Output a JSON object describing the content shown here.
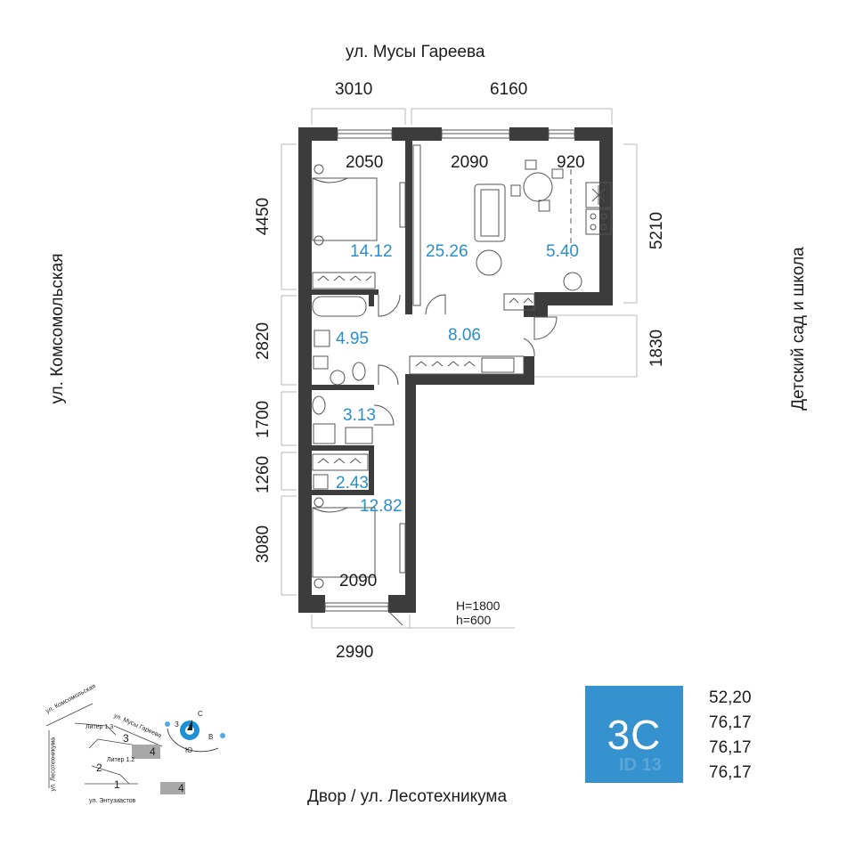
{
  "streets": {
    "top": "ул. Мусы Гареева",
    "left": "ул. Комсомольская",
    "right": "Детский сад и школа",
    "bottom": "Двор / ул. Лесотехникума"
  },
  "dimensions": {
    "top_left": "3010",
    "top_right": "6160",
    "window_bed1": "2050",
    "window_living": "2090",
    "window_kitchen": "920",
    "left_1": "4450",
    "left_2": "2820",
    "left_3": "1700",
    "left_4": "1260",
    "left_5": "3080",
    "right_1": "5210",
    "right_2": "1830",
    "window_bed2": "2090",
    "bottom": "2990"
  },
  "areas": {
    "bedroom1": "14.12",
    "living": "25.26",
    "kitchen": "5.40",
    "bath": "4.95",
    "hall": "8.06",
    "wc": "3.13",
    "storage": "2.43",
    "bedroom2": "12.82"
  },
  "height_note": {
    "line1": "H=1800",
    "line2": "h=600"
  },
  "badge": {
    "code": "3С",
    "watermark": "ID 13"
  },
  "totals": [
    "52,20",
    "76,17",
    "76,17",
    "76,17"
  ],
  "sitemap": {
    "street_komsomolskaya": "ул. Комсомольская",
    "street_gareeva": "ул. Мусы Гареева",
    "street_lesotekhnikuma": "ул. Лесотехникума",
    "street_entuziastov": "ул. Энтузиастов",
    "liter_13": "Литер 1.3",
    "liter_12": "Литер 1.2",
    "n1": "1",
    "n2": "2",
    "n3": "3",
    "n4": "4",
    "legend_num": "4",
    "compass_n": "С",
    "compass_s": "Ю",
    "compass_w": "З",
    "compass_e": "В"
  },
  "colors": {
    "wall": "#3c3c3c",
    "area_text": "#2a8ec9",
    "badge": "#3592cf",
    "compass": "#1f8fd6"
  }
}
